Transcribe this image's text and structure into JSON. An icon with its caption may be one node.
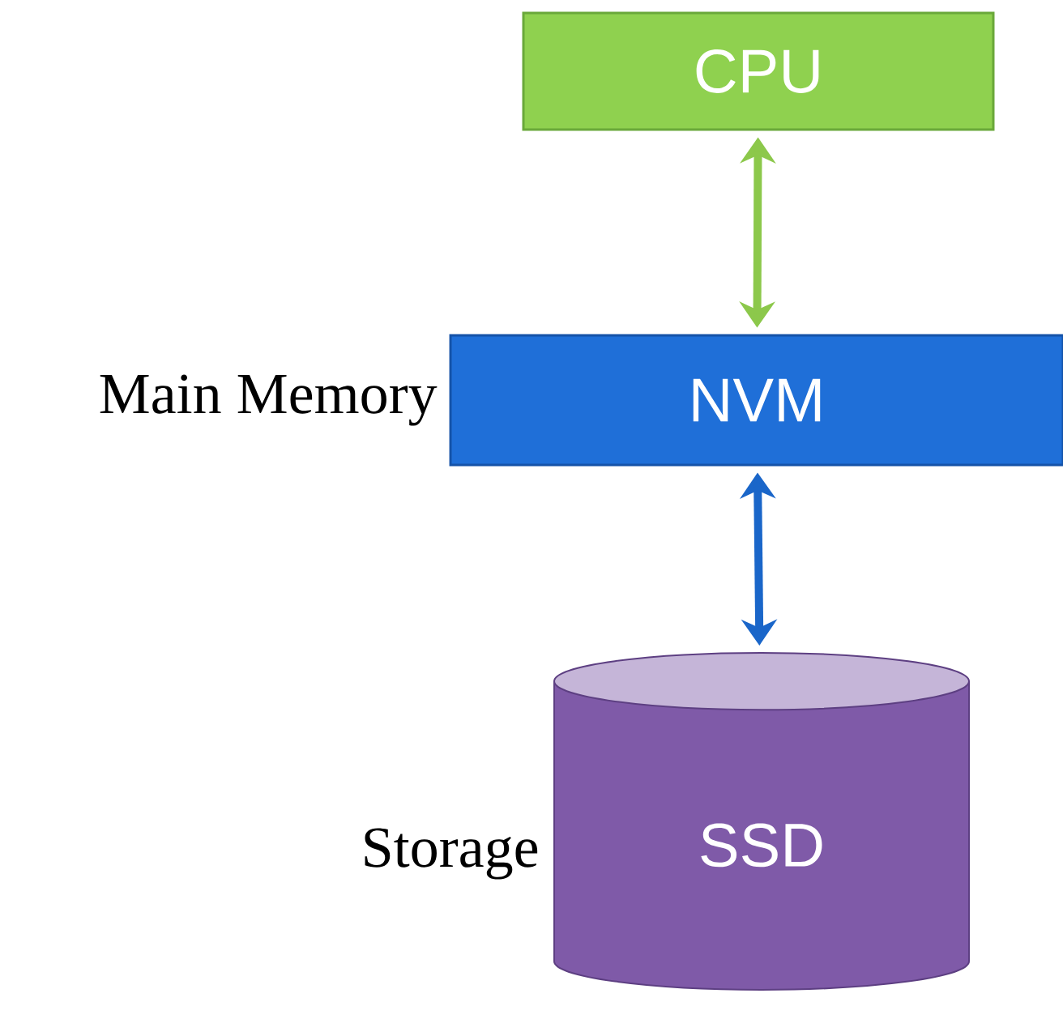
{
  "diagram": {
    "nodes": [
      {
        "text": [
          "CPU"
        ]
      },
      {
        "text": [
          "NVM"
        ],
        "beside": [
          "Main Memory"
        ]
      },
      {
        "text": [
          "SSD"
        ],
        "beside": [
          "Storage"
        ]
      }
    ],
    "edges": [
      {
        "from": 0,
        "to": 1,
        "arrow": "both",
        "color": "#8cc84b"
      },
      {
        "from": 1,
        "to": 2,
        "arrow": "both",
        "color": "#1a66c9"
      }
    ]
  }
}
